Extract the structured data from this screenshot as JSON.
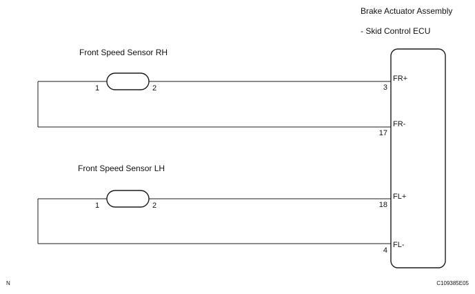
{
  "ecu": {
    "title_line1": "Brake Actuator Assembly",
    "title_line2": "- Skid Control ECU",
    "terminals": [
      {
        "name": "FR+",
        "pin": "3"
      },
      {
        "name": "FR-",
        "pin": "17"
      },
      {
        "name": "FL+",
        "pin": "18"
      },
      {
        "name": "FL-",
        "pin": "4"
      }
    ]
  },
  "sensors": [
    {
      "label": "Front Speed Sensor RH",
      "pin_left": "1",
      "pin_right": "2"
    },
    {
      "label": "Front Speed Sensor LH",
      "pin_left": "1",
      "pin_right": "2"
    }
  ],
  "footer": {
    "left_mark": "N",
    "code": "C109385E05"
  }
}
